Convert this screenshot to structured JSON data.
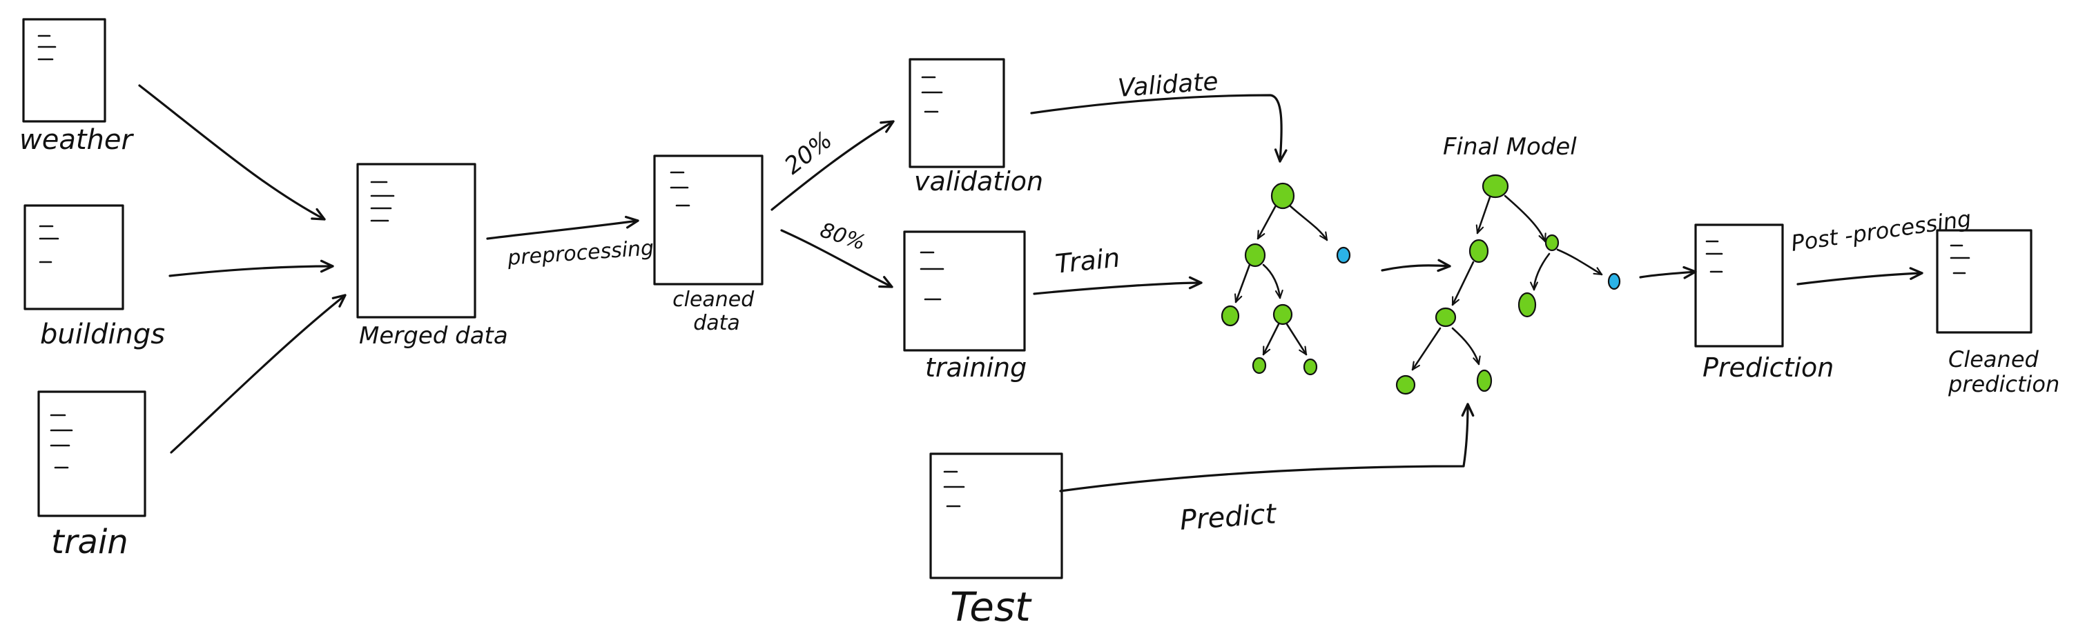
{
  "colors": {
    "ink": "#111111",
    "node_green": "#6fcf1e",
    "node_blue": "#2bb3e8",
    "background": "#ffffff"
  },
  "documents": {
    "weather": {
      "label": "weather"
    },
    "buildings": {
      "label": "buildings"
    },
    "train": {
      "label": "train"
    },
    "merged": {
      "label": "Merged data"
    },
    "cleaned": {
      "label": "cleaned\ndata"
    },
    "validation": {
      "label": "validation"
    },
    "training": {
      "label": "training"
    },
    "test": {
      "label": "Test"
    },
    "prediction": {
      "label": "Prediction"
    },
    "cleaned_prediction": {
      "label": "Cleaned\nprediction"
    }
  },
  "edges": {
    "preprocessing": "preprocessing",
    "split_validation": "20%",
    "split_training": "80%",
    "train": "Train",
    "validate": "Validate",
    "predict": "Predict",
    "post_processing": "Post -processing"
  },
  "trees": {
    "final_model_title": "Final Model"
  }
}
